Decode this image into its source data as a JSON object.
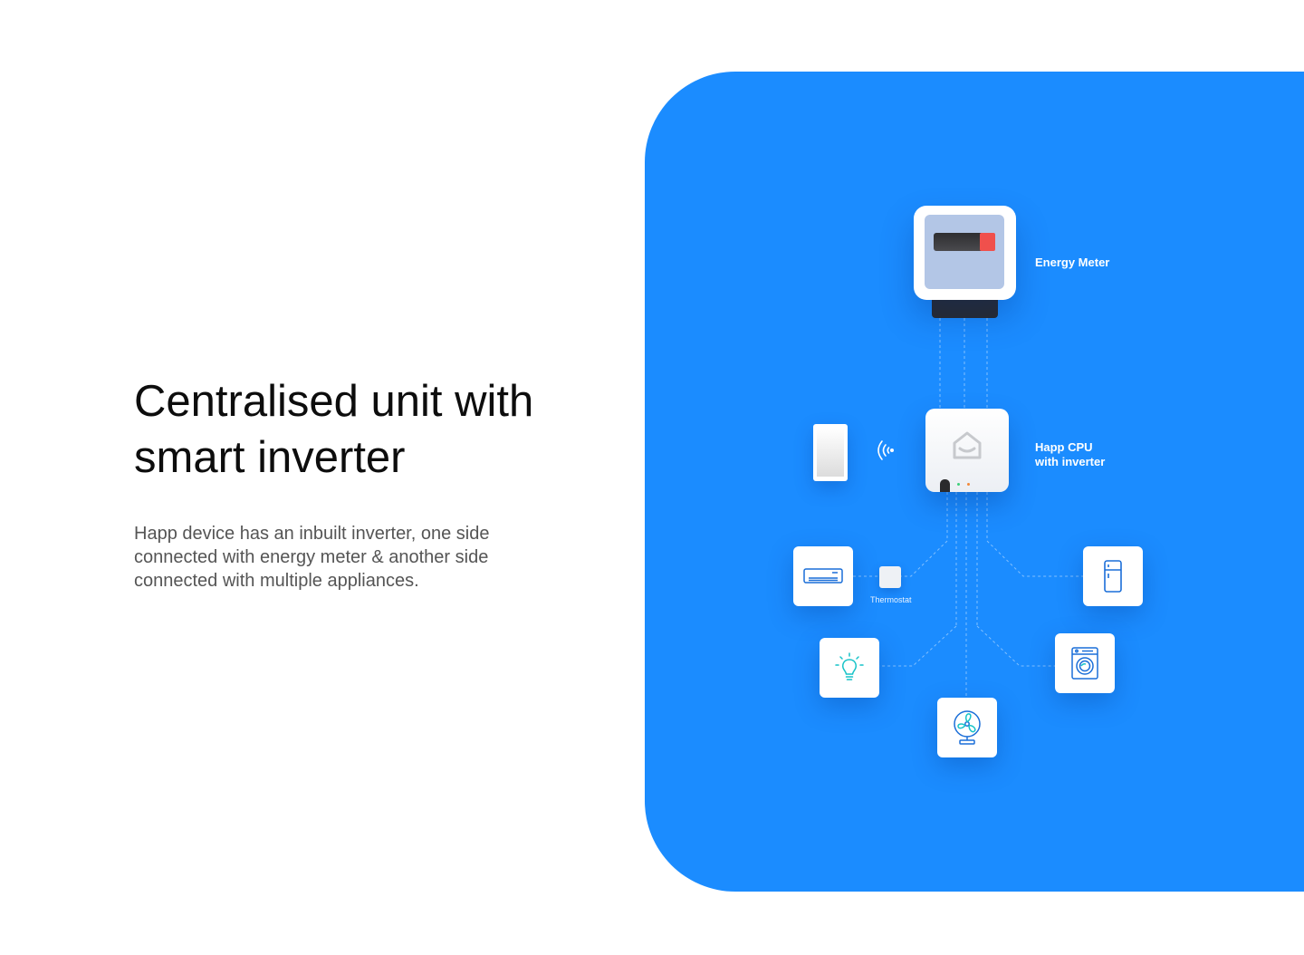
{
  "heading": {
    "title": "Centralised unit with\nsmart inverter"
  },
  "description": "Happ device has an inbuilt inverter, one side connected with energy meter & another side connected with multiple appliances.",
  "diagram": {
    "energy_meter_label": "Energy Meter",
    "cpu_label_line1": "Happ CPU",
    "cpu_label_line2": "with inverter",
    "thermostat_label": "Thermostat",
    "appliances": [
      "air-conditioner",
      "refrigerator",
      "light-bulb",
      "washing-machine",
      "fan"
    ]
  },
  "colors": {
    "panel_blue": "#1b8cff",
    "icon_blue": "#1a6ed8",
    "icon_teal": "#17c3c8",
    "meter_red": "#f0504c"
  }
}
